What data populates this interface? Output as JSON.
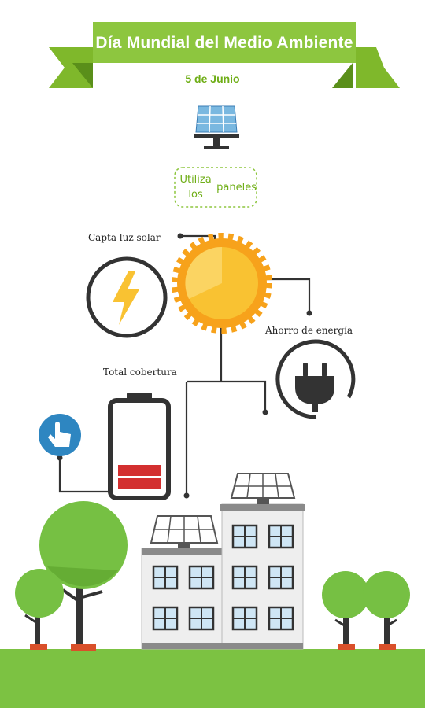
{
  "banner": {
    "title": "Día Mundial del Medio Ambiente",
    "date": "5 de Junio"
  },
  "tip": {
    "text_line1": "Utiliza los",
    "text_line2": "paneles"
  },
  "labels": {
    "capta": "Capta luz solar",
    "ahorro": "Ahorro de energía",
    "total": "Total cobertura"
  },
  "icons": [
    "solar-panel-icon",
    "sun-icon",
    "lightning-icon",
    "plug-icon",
    "battery-icon",
    "hand-pointer-icon",
    "building-icon",
    "tree-icon"
  ],
  "colors": {
    "green": "#8dc63f",
    "green_dark": "#6fae17",
    "sun": "#f9a825",
    "sky_blue": "#2e86c1",
    "battery_red": "#d32f2f",
    "grass": "#7cc242"
  }
}
